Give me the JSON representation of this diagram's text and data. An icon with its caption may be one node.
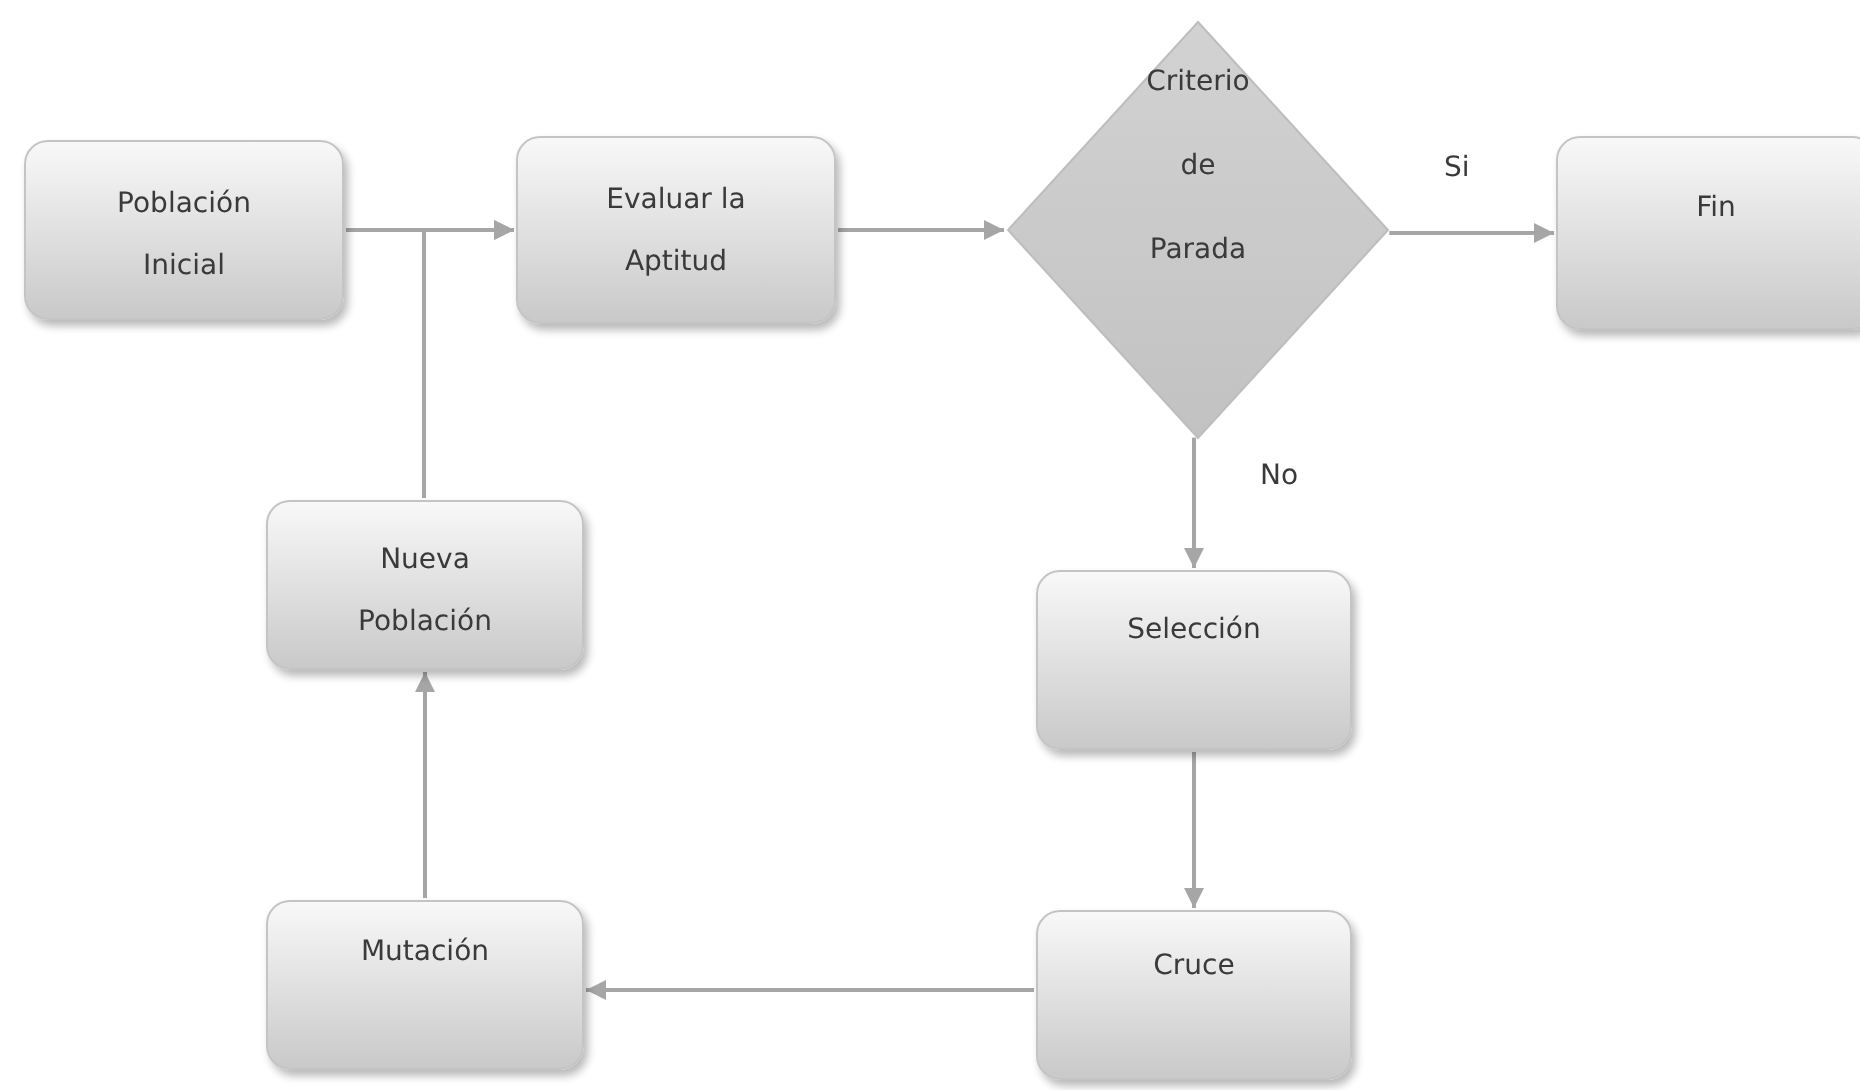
{
  "diagram": {
    "nodes": [
      {
        "text": [
          "Población Inicial"
        ]
      },
      {
        "text": [
          "Evaluar la Aptitud"
        ]
      },
      {
        "text": [
          "Criterio de Parada"
        ]
      },
      {
        "text": [
          "Fin"
        ]
      },
      {
        "text": [
          "Nueva Población"
        ]
      },
      {
        "text": [
          "Selección"
        ]
      },
      {
        "text": [
          "Mutación"
        ]
      },
      {
        "text": [
          "Cruce"
        ]
      }
    ],
    "edges": [
      {
        "from": 0,
        "to": 1,
        "arrow": "to"
      },
      {
        "from": 1,
        "to": 2,
        "arrow": "to"
      },
      {
        "from": 2,
        "to": 3,
        "arrow": "to",
        "label": "Si"
      },
      {
        "from": 2,
        "to": 5,
        "arrow": "to",
        "label": "No"
      },
      {
        "from": 5,
        "to": 7,
        "arrow": "to"
      },
      {
        "from": 7,
        "to": 6,
        "arrow": "to"
      },
      {
        "from": 6,
        "to": 4,
        "arrow": "to"
      },
      {
        "from": 4,
        "to": 1,
        "arrow": "to"
      }
    ]
  }
}
